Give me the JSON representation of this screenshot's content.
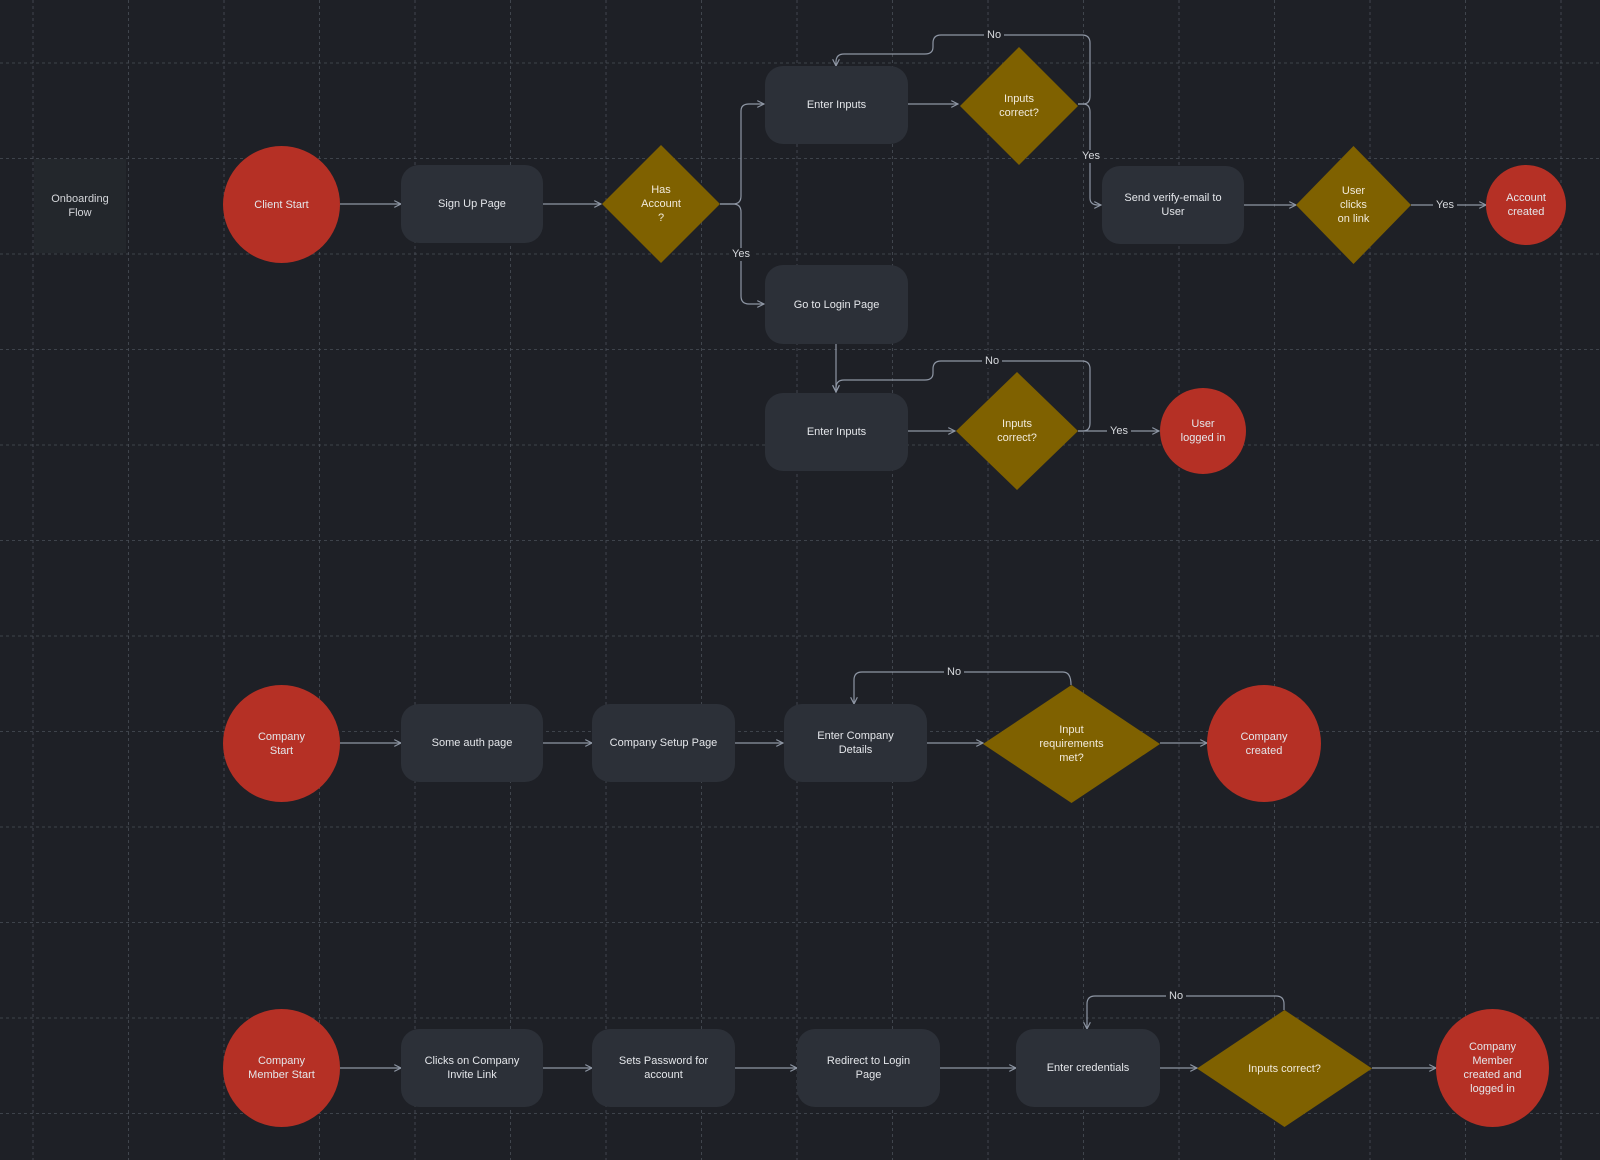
{
  "title": "Onboarding\nFlow",
  "colors": {
    "background": "#1e2026",
    "start_end": "#b53025",
    "process": "#2c3038",
    "decision": "#7f6100",
    "connector": "#8e96a4"
  },
  "flow1": {
    "client_start": "Client Start",
    "sign_up_page": "Sign Up Page",
    "has_account": "Has\nAccount\n?",
    "enter_inputs_signup": "Enter Inputs",
    "inputs_correct_signup": "Inputs\ncorrect?",
    "send_verify_email": "Send verify-email to\nUser",
    "user_clicks_link": "User\nclicks\non link",
    "account_created": "Account\ncreated",
    "go_to_login": "Go to Login Page",
    "enter_inputs_login": "Enter Inputs",
    "inputs_correct_login": "Inputs\ncorrect?",
    "user_logged_in": "User\nlogged in"
  },
  "flow2": {
    "company_start": "Company\nStart",
    "some_auth_page": "Some auth page",
    "company_setup_page": "Company Setup Page",
    "enter_company_details": "Enter Company\nDetails",
    "input_requirements_met": "Input\nrequirements\nmet?",
    "company_created": "Company\ncreated"
  },
  "flow3": {
    "company_member_start": "Company\nMember Start",
    "clicks_invite_link": "Clicks on Company\nInvite Link",
    "sets_password": "Sets Password for\naccount",
    "redirect_login": "Redirect to Login\nPage",
    "enter_credentials": "Enter credentials",
    "inputs_correct": "Inputs correct?",
    "member_created": "Company\nMember\ncreated and\nlogged in"
  },
  "edge_labels": {
    "yes": "Yes",
    "no": "No"
  }
}
